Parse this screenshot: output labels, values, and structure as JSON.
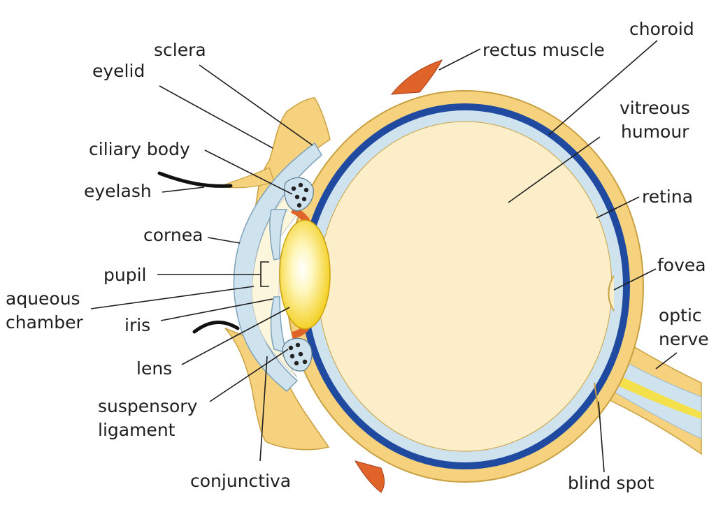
{
  "labels": {
    "sclera": "sclera",
    "eyelid": "eyelid",
    "ciliary_body": "ciliary body",
    "eyelash": "eyelash",
    "cornea": "cornea",
    "pupil": "pupil",
    "aqueous_line1": "aqueous",
    "aqueous_line2": "chamber",
    "iris": "iris",
    "lens": "lens",
    "suspensory_line1": "suspensory",
    "suspensory_line2": "ligament",
    "conjunctiva": "conjunctiva",
    "rectus_muscle": "rectus muscle",
    "choroid": "choroid",
    "vitreous_line1": "vitreous",
    "vitreous_line2": "humour",
    "retina": "retina",
    "fovea": "fovea",
    "optic_line1": "optic",
    "optic_line2": "nerve",
    "blind_spot": "blind spot"
  },
  "colors": {
    "sclera_yellow": "#f6d27e",
    "sclera_edge": "#c8a040",
    "choroid_blue": "#1f4aa0",
    "retina_light": "#cfe3ef",
    "vitreous_fill": "#fbeec9",
    "muscle_orange": "#e0642a",
    "lens_yellow": "#f4d21a",
    "ink": "#1e1e1e"
  }
}
